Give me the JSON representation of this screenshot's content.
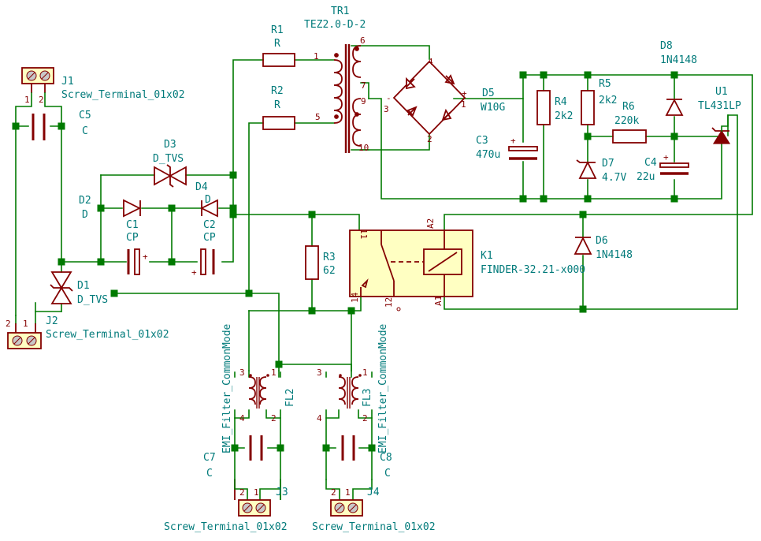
{
  "components": {
    "tr1": {
      "ref": "TR1",
      "value": "TEZ2.0-D-2",
      "pins": [
        "1",
        "5",
        "6",
        "7",
        "9",
        "10"
      ]
    },
    "r1": {
      "ref": "R1",
      "value": "R"
    },
    "r2": {
      "ref": "R2",
      "value": "R"
    },
    "r3": {
      "ref": "R3",
      "value": "62"
    },
    "r4": {
      "ref": "R4",
      "value": "2k2"
    },
    "r5": {
      "ref": "R5",
      "value": "2k2"
    },
    "r6": {
      "ref": "R6",
      "value": "220k"
    },
    "j1": {
      "ref": "J1",
      "value": "Screw_Terminal_01x02",
      "pins": [
        "1",
        "2"
      ]
    },
    "j2": {
      "ref": "J2",
      "value": "Screw_Terminal_01x02",
      "pins": [
        "2",
        "1"
      ]
    },
    "j3": {
      "ref": "J3",
      "value": "Screw_Terminal_01x02",
      "pins": [
        "2",
        "1"
      ]
    },
    "j4": {
      "ref": "J4",
      "value": "Screw_Terminal_01x02",
      "pins": [
        "2",
        "1"
      ]
    },
    "c1": {
      "ref": "C1",
      "value": "CP"
    },
    "c2": {
      "ref": "C2",
      "value": "CP"
    },
    "c3": {
      "ref": "C3",
      "value": "470u"
    },
    "c4": {
      "ref": "C4",
      "value": "22u"
    },
    "c5": {
      "ref": "C5",
      "value": "C"
    },
    "c7": {
      "ref": "C7",
      "value": "C"
    },
    "c8": {
      "ref": "C8",
      "value": "C"
    },
    "d1": {
      "ref": "D1",
      "value": "D_TVS"
    },
    "d2": {
      "ref": "D2",
      "value": "D"
    },
    "d3": {
      "ref": "D3",
      "value": "D_TVS"
    },
    "d4": {
      "ref": "D4",
      "value": "D"
    },
    "d5": {
      "ref": "D5",
      "value": "W10G",
      "pins": [
        "1",
        "2",
        "3",
        "4"
      ],
      "plus": "+",
      "minus": "-"
    },
    "d6": {
      "ref": "D6",
      "value": "1N4148"
    },
    "d7": {
      "ref": "D7",
      "value": "4.7V"
    },
    "d8": {
      "ref": "D8",
      "value": "1N4148"
    },
    "u1": {
      "ref": "U1",
      "value": "TL431LP"
    },
    "k1": {
      "ref": "K1",
      "value": "FINDER-32.21-x000",
      "pins": [
        "11",
        "A2",
        "14",
        "12",
        "A1"
      ]
    },
    "fl2": {
      "ref": "FL2",
      "value": "EMI_Filter_CommonMode",
      "pins": [
        "3",
        "1",
        "4",
        "2"
      ]
    },
    "fl3": {
      "ref": "FL3",
      "value": "EMI_Filter_CommonMode",
      "pins": [
        "3",
        "1",
        "4",
        "2"
      ]
    }
  },
  "polarity_plus": "+"
}
